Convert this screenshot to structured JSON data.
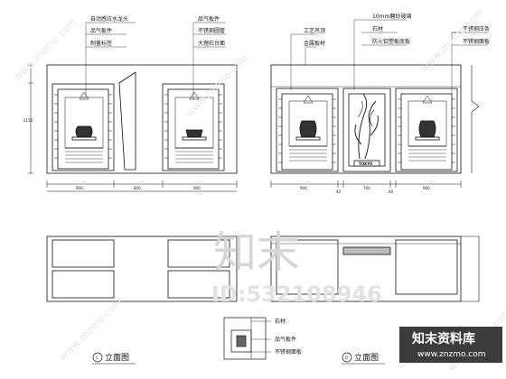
{
  "watermarks": {
    "url_text": "www.znzmo.com",
    "logo_text": "知末",
    "id_text": "ID:532108946",
    "brand_title": "知末资料库",
    "brand_url": "www.znzmo.com",
    "colors": {
      "light": "#d9d9d9",
      "brand_bg": "#1a1a1a"
    }
  },
  "left_elevation": {
    "annotations": [
      "自动感应水龙头",
      "品气板件",
      "制量标签",
      "品气板件",
      "不锈钢圆管",
      "大理石台面"
    ],
    "dimensions": [
      "900",
      "800",
      "900",
      "2150"
    ],
    "title": "立面图",
    "marker": "C"
  },
  "right_elevation": {
    "annotations": [
      "工艺吊顶",
      "金属板材",
      "10mm磨砂玻璃",
      "石材",
      "防火铝塑板底板",
      "不锈钢压条",
      "不锈钢面板"
    ],
    "dimensions": [
      "900",
      "40",
      "700",
      "40",
      "900"
    ],
    "sign_text": "TOKYO",
    "title": "立面图",
    "marker": "D"
  },
  "detail": {
    "annotations": [
      "石材",
      "品气板件",
      "不锈钢面板"
    ]
  },
  "colors": {
    "line": "#111111",
    "paper": "#ffffff"
  }
}
